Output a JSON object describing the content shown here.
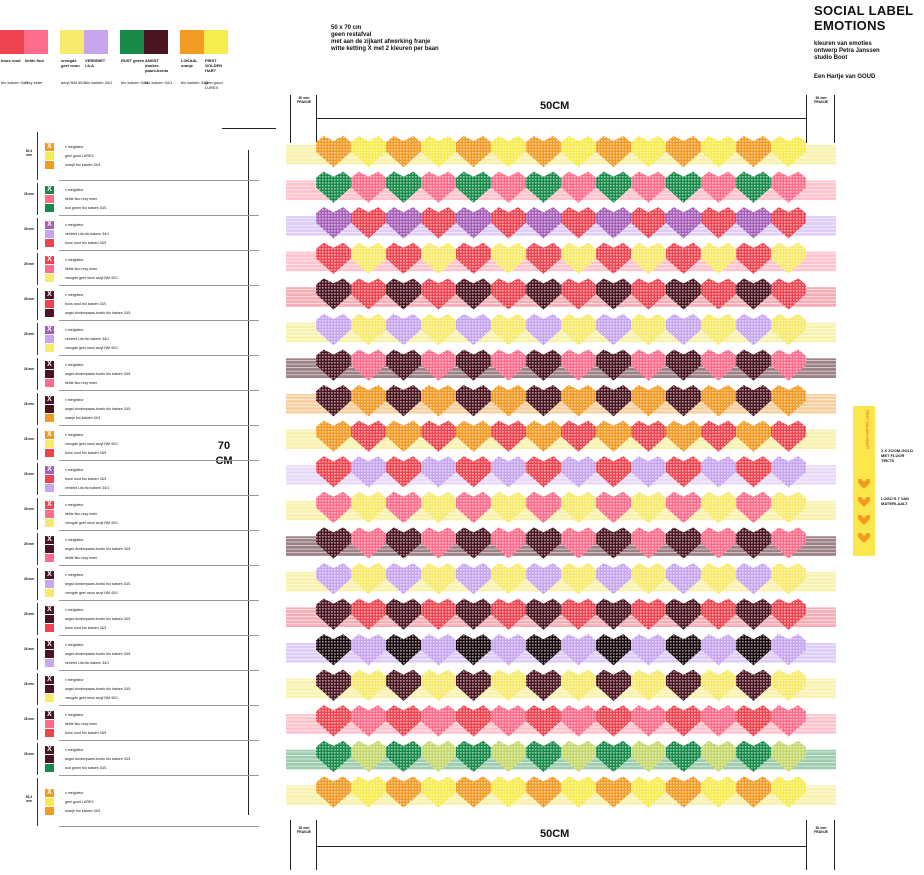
{
  "swatches": [
    {
      "name": "boos rood",
      "sub": "bio katoen 34/1",
      "color": "#ef4450"
    },
    {
      "name": "liefde fluo",
      "sub": "recy ester",
      "color": "#ff6b8a"
    },
    {
      "name": "vreugde geel neon",
      "sub": "acryl NM 40/1",
      "color": "#f7ea6a"
    },
    {
      "name": "VERDRIET LILA",
      "sub": "bio katoen 34/1",
      "color": "#c8a6ef"
    },
    {
      "name": "RUST groen",
      "sub": "bio katoen 34/1",
      "color": "#178a4a"
    },
    {
      "name": "ANGST donker-paars-bordo",
      "sub": "bio katoen 34/1",
      "color": "#4a1520"
    },
    {
      "name": "LOKAAL oranje",
      "sub": "bio katoen 34/1",
      "color": "#f29a23"
    },
    {
      "name": "FIRST GOLDEN HART",
      "sub": "geel goud LUREX",
      "color": "#f7ec4e"
    }
  ],
  "spec": {
    "line1": "50 x 70 cm",
    "line2": "geen restafval",
    "line3": "met aan de zijkant afwerking franje",
    "line4": "witte ketting X met 2 kleuren per baan"
  },
  "brand": {
    "title1": "SOCIAL LABEL",
    "title2": "EMOTIONS",
    "sub1": "kleuren van emoties",
    "sub2": "ontwerp Petra Janssen",
    "sub3": "studio Boot",
    "foot": "Een Hartje van GOUD"
  },
  "dims": {
    "width_top": "50CM",
    "width_bottom": "50CM",
    "height_num": "70",
    "height_unit": "CM",
    "fringe_top_left": "30 mm FRANJE",
    "fringe_top_right": "30 mm FRANJE",
    "fringe_bot_left": "30 mm FRANJE",
    "fringe_bot_right": "30 mm FRANJE"
  },
  "sticker": {
    "note1": "2 X ZOOM-GOLD MET FLUOR TEKTS",
    "note2": "LOGO'S 7 VAN MATERI-AALT",
    "vertical": "FIRST GOLDEN HEART"
  },
  "legend": [
    {
      "mm": "62,4 mm",
      "x": "#f29a23",
      "c1": "#f7ec4e",
      "c2": "#f29a23",
      "t0": "x meighleur",
      "t1": "geel goud LUREX",
      "t2": "oranje bio katoen 34/1"
    },
    {
      "mm": "26 mm",
      "x": "#178a4a",
      "c1": "#ff6b8a",
      "c2": "#178a4a",
      "t0": "x meighleur",
      "t1": "liefde fluo recy ester",
      "t2": "rust groen bio katoen 34/1"
    },
    {
      "mm": "26 mm",
      "x": "#a65fb8",
      "c1": "#c8a6ef",
      "c2": "#ef4450",
      "t0": "x meighleur",
      "t1": "verdriet Lila bio katoen 34/1",
      "t2": "boos rood bio katoen 34/1"
    },
    {
      "mm": "26 mm",
      "x": "#ef4450",
      "c1": "#ff6b8a",
      "c2": "#f7ea6a",
      "t0": "x meighleur",
      "t1": "liefde fluo recy ester",
      "t2": "vreugde geel neon acryl NM 40/1"
    },
    {
      "mm": "26 mm",
      "x": "#4a1520",
      "c1": "#ef4450",
      "c2": "#4a1520",
      "t0": "x meighleur",
      "t1": "boos rood bio katoen 34/1",
      "t2": "angst donkerpaars-bordo bio katoen 34/1"
    },
    {
      "mm": "26 mm",
      "x": "#a65fb8",
      "c1": "#c8a6ef",
      "c2": "#f7ea6a",
      "t0": "x meighleur",
      "t1": "verdriet Lila bio katoen 34/1",
      "t2": "vreugde geel neon acryl NM 40/1"
    },
    {
      "mm": "26 mm",
      "x": "#4a1520",
      "c1": "#4a1520",
      "c2": "#ff6b8a",
      "t0": "x meighleur",
      "t1": "angst donkerpaars-bordo bio katoen 34/1",
      "t2": "liefde fluo recy ester"
    },
    {
      "mm": "26 mm",
      "x": "#4a1520",
      "c1": "#4a1520",
      "c2": "#f29a23",
      "t0": "x meighleur",
      "t1": "angst donkerpaars-bordo bio katoen 34/1",
      "t2": "oranje bio katoen 34/1"
    },
    {
      "mm": "26 mm",
      "x": "#f29a23",
      "c1": "#f7ea6a",
      "c2": "#ef4450",
      "t0": "x meighleur",
      "t1": "vreugde geel neon acryl NM 40/1",
      "t2": "boos rood bio katoen 34/1"
    },
    {
      "mm": "26 mm",
      "x": "#a65fb8",
      "c1": "#ef4450",
      "c2": "#c8a6ef",
      "t0": "x meighleur",
      "t1": "boos rood bio katoen 34/1",
      "t2": "verdriet Lila bio katoen 34/1"
    },
    {
      "mm": "26 mm",
      "x": "#ef4450",
      "c1": "#ff6b8a",
      "c2": "#f7ea6a",
      "t0": "x meighleur",
      "t1": "liefde fluo recy ester",
      "t2": "vreugde geel neon acryl NM 40/1"
    },
    {
      "mm": "26 mm",
      "x": "#4a1520",
      "c1": "#4a1520",
      "c2": "#ff6b8a",
      "t0": "x meighleur",
      "t1": "angst donkerpaars-bordo bio katoen 34/1",
      "t2": "liefde fluo recy ester"
    },
    {
      "mm": "26 mm",
      "x": "#4a1520",
      "c1": "#c8a6ef",
      "c2": "#f7ea6a",
      "t0": "x meighleur",
      "t1": "angst donkerpaars-bordo bio katoen 34/1",
      "t2": "vreugde geel neon acryl NM 40/1"
    },
    {
      "mm": "26 mm",
      "x": "#4a1520",
      "c1": "#4a1520",
      "c2": "#ef4450",
      "t0": "x meighleur",
      "t1": "angst donkerpaars-bordo bio katoen 34/1",
      "t2": "boos rood bio katoen 34/1"
    },
    {
      "mm": "26 mm",
      "x": "#4a1520",
      "c1": "#4a1520",
      "c2": "#c8a6ef",
      "t0": "x meighleur",
      "t1": "angst donkerpaars-bordo bio katoen 34/1",
      "t2": "verdriet Lila bio katoen 34/1"
    },
    {
      "mm": "26 mm",
      "x": "#4a1520",
      "c1": "#4a1520",
      "c2": "#f7ea6a",
      "t0": "x meighleur",
      "t1": "angst donkerpaars-bordo bio katoen 34/1",
      "t2": "vreugde geel neon acryl NM 40/1"
    },
    {
      "mm": "26 mm",
      "x": "#4a1520",
      "c1": "#ff6b8a",
      "c2": "#ef4450",
      "t0": "x meighleur",
      "t1": "liefde fluo recy ester",
      "t2": "boos rood bio katoen 34/1"
    },
    {
      "mm": "26 mm",
      "x": "#4a1520",
      "c1": "#4a1520",
      "c2": "#178a4a",
      "t0": "x meighleur",
      "t1": "angst donkerpaars-bordo bio katoen 34/1",
      "t2": "rust groen bio katoen 34/1"
    },
    {
      "mm": "62,4 mm",
      "x": "#f29a23",
      "c1": "#f7ec4e",
      "c2": "#f29a23",
      "t0": "x meighleur",
      "t1": "geel goud LUREX",
      "t2": "oranje bio katoen 34/1"
    }
  ],
  "rows": [
    {
      "a": "#f29a23",
      "b": "#f7ec4e",
      "bg": "#f7f0a0",
      "band": "gold"
    },
    {
      "a": "#178a4a",
      "b": "#ff6b8a",
      "bg": "#ffb8c4",
      "band": "pink"
    },
    {
      "a": "#a65fb8",
      "b": "#ef4450",
      "bg": "#d8c4f4",
      "band": "lila"
    },
    {
      "a": "#ef4450",
      "b": "#f7ea6a",
      "bg": "#ffb8c4",
      "band": "pink"
    },
    {
      "a": "#4a1520",
      "b": "#ef4450",
      "bg": "#f2a0a8",
      "band": "red"
    },
    {
      "a": "#c8a6ef",
      "b": "#f7ea6a",
      "bg": "#f7f0a0",
      "band": "yellow"
    },
    {
      "a": "#4a1520",
      "b": "#ff6b8a",
      "bg": "#8a6a70",
      "band": "dark"
    },
    {
      "a": "#4a1520",
      "b": "#f29a23",
      "bg": "#f5c890",
      "band": "orange"
    },
    {
      "a": "#f29a23",
      "b": "#ef4450",
      "bg": "#f7f0a0",
      "band": "yellow"
    },
    {
      "a": "#ef4450",
      "b": "#c8a6ef",
      "bg": "#e6d4f8",
      "band": "lila"
    },
    {
      "a": "#ff6b8a",
      "b": "#f7ea6a",
      "bg": "#f7f0a0",
      "band": "yellow"
    },
    {
      "a": "#4a1520",
      "b": "#ff6b8a",
      "bg": "#8a6a70",
      "band": "dark"
    },
    {
      "a": "#c8a6ef",
      "b": "#f7ea6a",
      "bg": "#f7f0a0",
      "band": "yellow"
    },
    {
      "a": "#4a1520",
      "b": "#ef4450",
      "bg": "#f2a0a8",
      "band": "red"
    },
    {
      "a": "#1a0a10",
      "b": "#c8a6ef",
      "bg": "#d8c4f4",
      "band": "lila"
    },
    {
      "a": "#4a1520",
      "b": "#f7ea6a",
      "bg": "#f7f0a0",
      "band": "yellow"
    },
    {
      "a": "#ef4450",
      "b": "#ff6b8a",
      "bg": "#ffb8c4",
      "band": "pink"
    },
    {
      "a": "#178a4a",
      "b": "#c6d86a",
      "bg": "#8cc4a0",
      "band": "green"
    },
    {
      "a": "#f29a23",
      "b": "#f7ec4e",
      "bg": "#f7f0a0",
      "band": "gold"
    }
  ]
}
